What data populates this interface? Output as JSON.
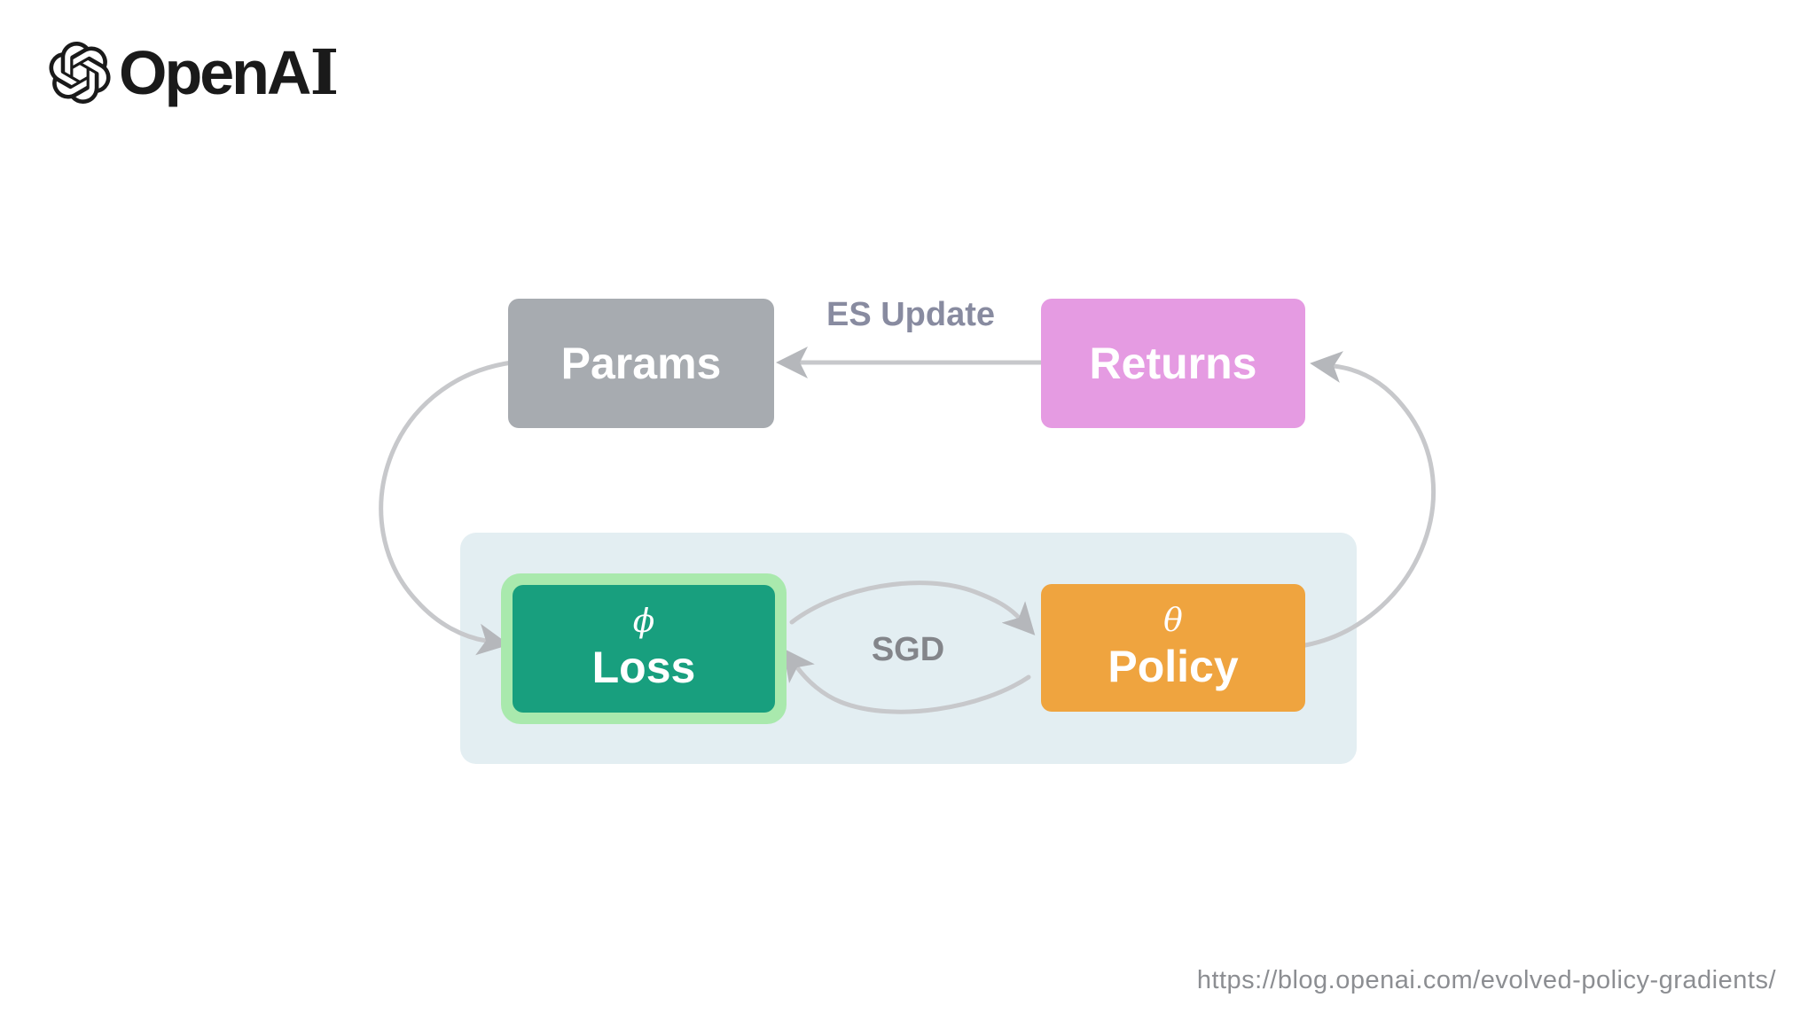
{
  "logo": {
    "brand": "OpenAI",
    "word_main": "OpenA",
    "word_serif": "I"
  },
  "diagram": {
    "nodes": {
      "params": {
        "label": "Params",
        "color": "#a7abb0"
      },
      "returns": {
        "label": "Returns",
        "color": "#e59be2"
      },
      "loss": {
        "label": "Loss",
        "symbol": "ϕ",
        "fill_color": "#189f7e",
        "ring_color": "#a9e9ad"
      },
      "policy": {
        "label": "Policy",
        "symbol": "θ",
        "color": "#efa43f"
      }
    },
    "edges": {
      "es_update": {
        "label": "ES Update",
        "from": "Returns",
        "to": "Params"
      },
      "sgd": {
        "label": "SGD",
        "between": "Loss and Policy"
      }
    },
    "panel_color": "#e3eef2",
    "arrow_line_color": "#c7c8cb",
    "arrow_head_color": "#b5b7bb"
  },
  "footer": {
    "url": "https://blog.openai.com/evolved-policy-gradients/"
  }
}
